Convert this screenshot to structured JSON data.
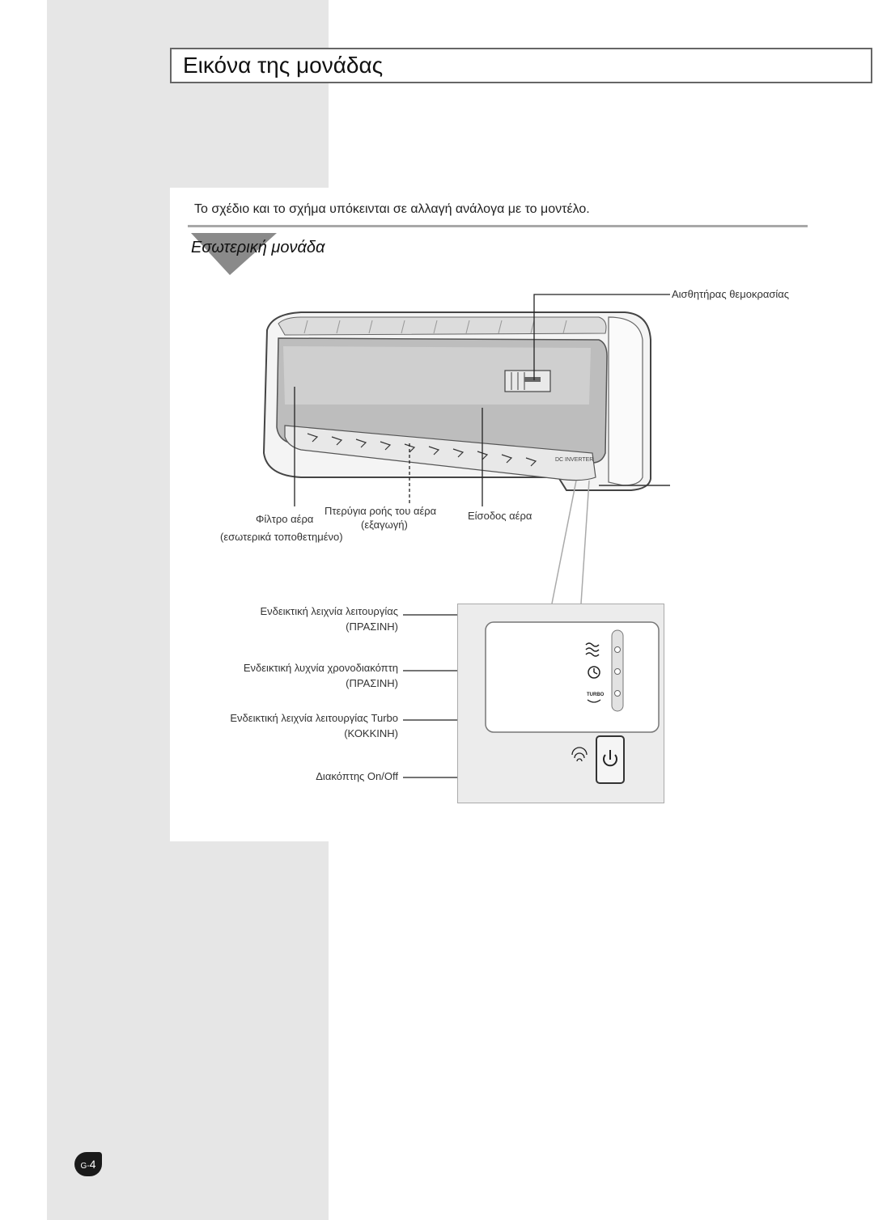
{
  "page": {
    "title": "Εικόνα της μονάδας",
    "subtitle": "Το σχέδιο και το σχήμα υπόκεινται σε αλλαγή ανάλογα με το μοντέλο.",
    "section_heading": "Εσωτερική μονάδα",
    "page_number_prefix": "G-",
    "page_number": "4"
  },
  "unit": {
    "brand_badge": "DC INVERTER",
    "labels": {
      "temp_sensor": "Αισθητήρας θεμοκρασίας",
      "air_filter": "Φίλτρο αέρα",
      "air_filter_note": "(εσωτερικά τοποθετημένο)",
      "air_flow_blades": "Πτερύγια ροής του αέρα",
      "air_flow_blades_note": "(εξαγωγή)",
      "air_inlet": "Είσοδος αέρα"
    }
  },
  "control_panel": {
    "items": [
      {
        "name": "Ενδεικτική λειχνία λειτουργίας",
        "color": "(ΠΡΑΣΙΝΗ)"
      },
      {
        "name": "Ενδεικτική λυχνία χρονοδιακόπτη",
        "color": "(ΠΡΑΣΙΝΗ)"
      },
      {
        "name": "Ενδεικτική λειχνία λειτουργίας Turbo",
        "color": "(ΚΟΚΚΙΝΗ)"
      },
      {
        "name": "Διακόπτης On/Off"
      }
    ],
    "turbo_icon_text": "TURBO"
  }
}
